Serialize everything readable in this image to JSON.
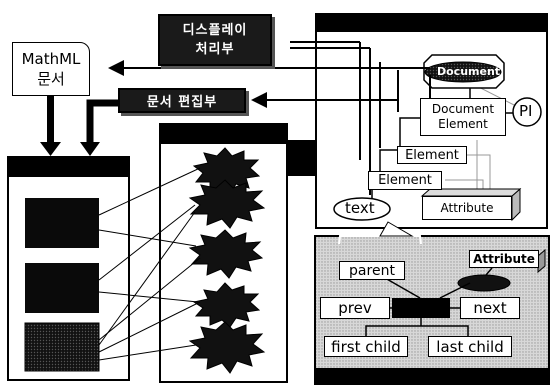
{
  "labels": {
    "display_unit": "디스플레이\n처리부",
    "mathml_doc": "MathML\n문서",
    "doc_edit_unit": "문서 편집부",
    "document": "Document",
    "pi": "PI",
    "document_element": "Document\nElement",
    "element1": "Element",
    "element2": "Element",
    "text": "text",
    "attribute": "Attribute"
  },
  "node_detail": {
    "parent": "parent",
    "attribute": "Attribute",
    "prev": "prev",
    "next": "next",
    "first_child": "first child",
    "last_child": "last child"
  }
}
